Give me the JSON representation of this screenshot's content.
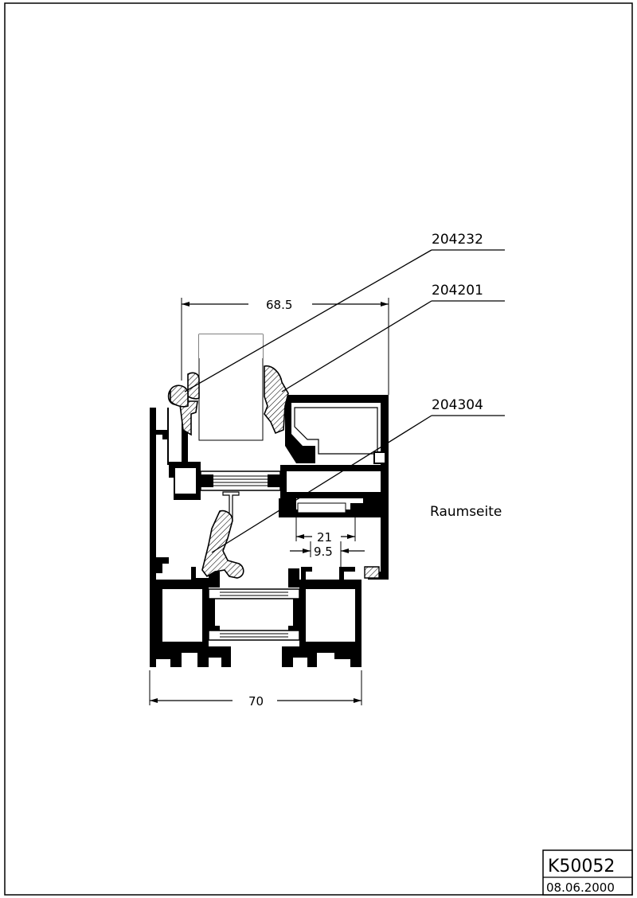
{
  "parts": [
    {
      "number": "204232"
    },
    {
      "number": "204201"
    },
    {
      "number": "204304"
    }
  ],
  "dimensions": {
    "overall_top": "68.5",
    "overall_bottom": "70",
    "inner_upper": "21",
    "inner_lower": "9.5"
  },
  "side_label": "Raumseite",
  "title_block": {
    "drawing_number": "K50052",
    "date": "08.06.2000"
  },
  "colors": {
    "line": "#000000",
    "background": "#ffffff",
    "gasket_fill": "#d0d0d0"
  }
}
